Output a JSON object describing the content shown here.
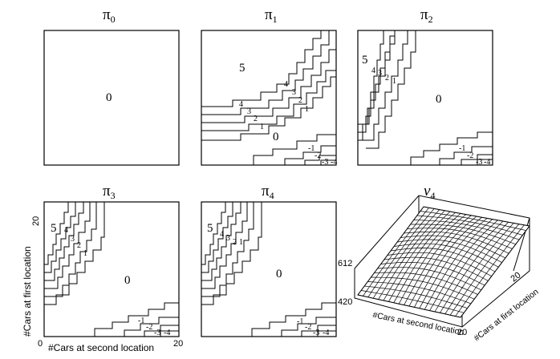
{
  "panels": [
    {
      "id": "pi0",
      "title": "π",
      "sub": "0",
      "labels": {
        "big": [
          "0"
        ],
        "small": []
      }
    },
    {
      "id": "pi1",
      "title": "π",
      "sub": "1",
      "labels": {
        "big": [
          "5",
          "0"
        ],
        "small": [
          "4",
          "3",
          "2",
          "1",
          "4",
          "3",
          "2",
          "1",
          "-1",
          "-2",
          "-3",
          "-4"
        ]
      }
    },
    {
      "id": "pi2",
      "title": "π",
      "sub": "2",
      "labels": {
        "big": [
          "5",
          "0"
        ],
        "small": [
          "4",
          "3",
          "2",
          "1",
          "-1",
          "-2",
          "-3",
          "-4"
        ]
      }
    },
    {
      "id": "pi3",
      "title": "π",
      "sub": "3",
      "labels": {
        "big": [
          "5",
          "0"
        ],
        "small": [
          "4",
          "3",
          "2",
          "1",
          "-1",
          "-2",
          "-3",
          "-4"
        ]
      }
    },
    {
      "id": "pi4",
      "title": "π",
      "sub": "4",
      "labels": {
        "big": [
          "5",
          "0"
        ],
        "small": [
          "4",
          "3",
          "2",
          "1",
          "-1",
          "-2",
          "-3",
          "-4"
        ]
      }
    }
  ],
  "axes": {
    "ylabel": "#Cars at first location",
    "xlabel": "#Cars at second location",
    "tick_min": "0",
    "tick_max": "20"
  },
  "surface": {
    "title": "v",
    "sub": "4",
    "zmax": "612",
    "zmin": "420",
    "xlabel": "#Cars at second location",
    "ylabel": "#Cars at first location",
    "x_tick": "20",
    "y_tick": "20"
  }
}
